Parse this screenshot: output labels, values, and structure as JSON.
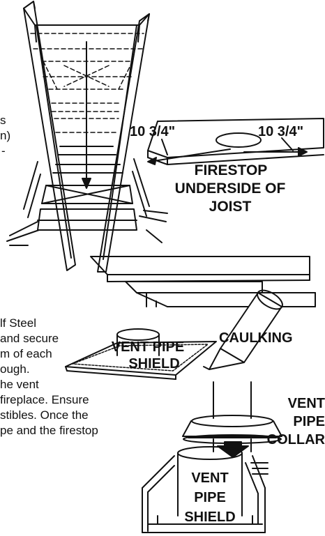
{
  "figure_top": {
    "dim_left": "10 3/4\"",
    "dim_right": "10 3/4\"",
    "title_line1": "FIRESTOP",
    "title_line2": "UNDERSIDE OF",
    "title_line3": "JOIST"
  },
  "figure_middle": {
    "caulking": "CAULKING",
    "shield_line1": "VENT PIPE",
    "shield_line2": "SHIELD"
  },
  "figure_bottom": {
    "collar_line1": "VENT",
    "collar_line2": "PIPE",
    "collar_line3": "COLLAR",
    "shield_line1": "VENT",
    "shield_line2": "PIPE",
    "shield_line3": "SHIELD"
  },
  "text_fragments": {
    "upper": [
      "s",
      "n)",
      "-"
    ],
    "lower": [
      "lf Steel",
      "and secure",
      "m of each",
      "ough.",
      "he vent",
      "fireplace. Ensure",
      "stibles. Once the",
      "pe and the firestop"
    ]
  },
  "colors": {
    "ink": "#111111",
    "background": "#ffffff"
  }
}
